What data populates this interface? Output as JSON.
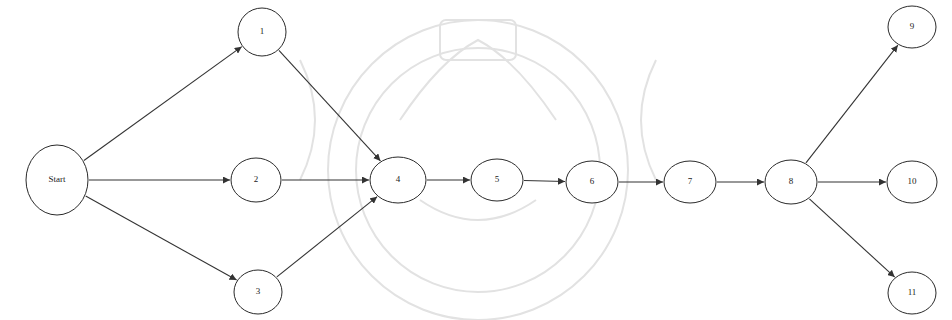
{
  "diagram": {
    "nodes": [
      {
        "text": [
          "Start"
        ]
      },
      {
        "text": [
          "1"
        ]
      },
      {
        "text": [
          "2"
        ]
      },
      {
        "text": [
          "3"
        ]
      },
      {
        "text": [
          "4"
        ]
      },
      {
        "text": [
          "5"
        ]
      },
      {
        "text": [
          "6"
        ]
      },
      {
        "text": [
          "7"
        ]
      },
      {
        "text": [
          "8"
        ]
      },
      {
        "text": [
          "9"
        ]
      },
      {
        "text": [
          "10"
        ]
      },
      {
        "text": [
          "11"
        ]
      }
    ],
    "edges": [
      {
        "from": 0,
        "to": 1,
        "arrow": "to"
      },
      {
        "from": 0,
        "to": 2,
        "arrow": "to"
      },
      {
        "from": 0,
        "to": 3,
        "arrow": "to"
      },
      {
        "from": 1,
        "to": 4,
        "arrow": "to"
      },
      {
        "from": 2,
        "to": 4,
        "arrow": "to"
      },
      {
        "from": 3,
        "to": 4,
        "arrow": "to"
      },
      {
        "from": 4,
        "to": 5,
        "arrow": "to"
      },
      {
        "from": 5,
        "to": 6,
        "arrow": "to"
      },
      {
        "from": 6,
        "to": 7,
        "arrow": "to"
      },
      {
        "from": 7,
        "to": 8,
        "arrow": "to"
      },
      {
        "from": 8,
        "to": 9,
        "arrow": "to"
      },
      {
        "from": 8,
        "to": 10,
        "arrow": "to"
      },
      {
        "from": 8,
        "to": 11,
        "arrow": "to"
      }
    ]
  }
}
